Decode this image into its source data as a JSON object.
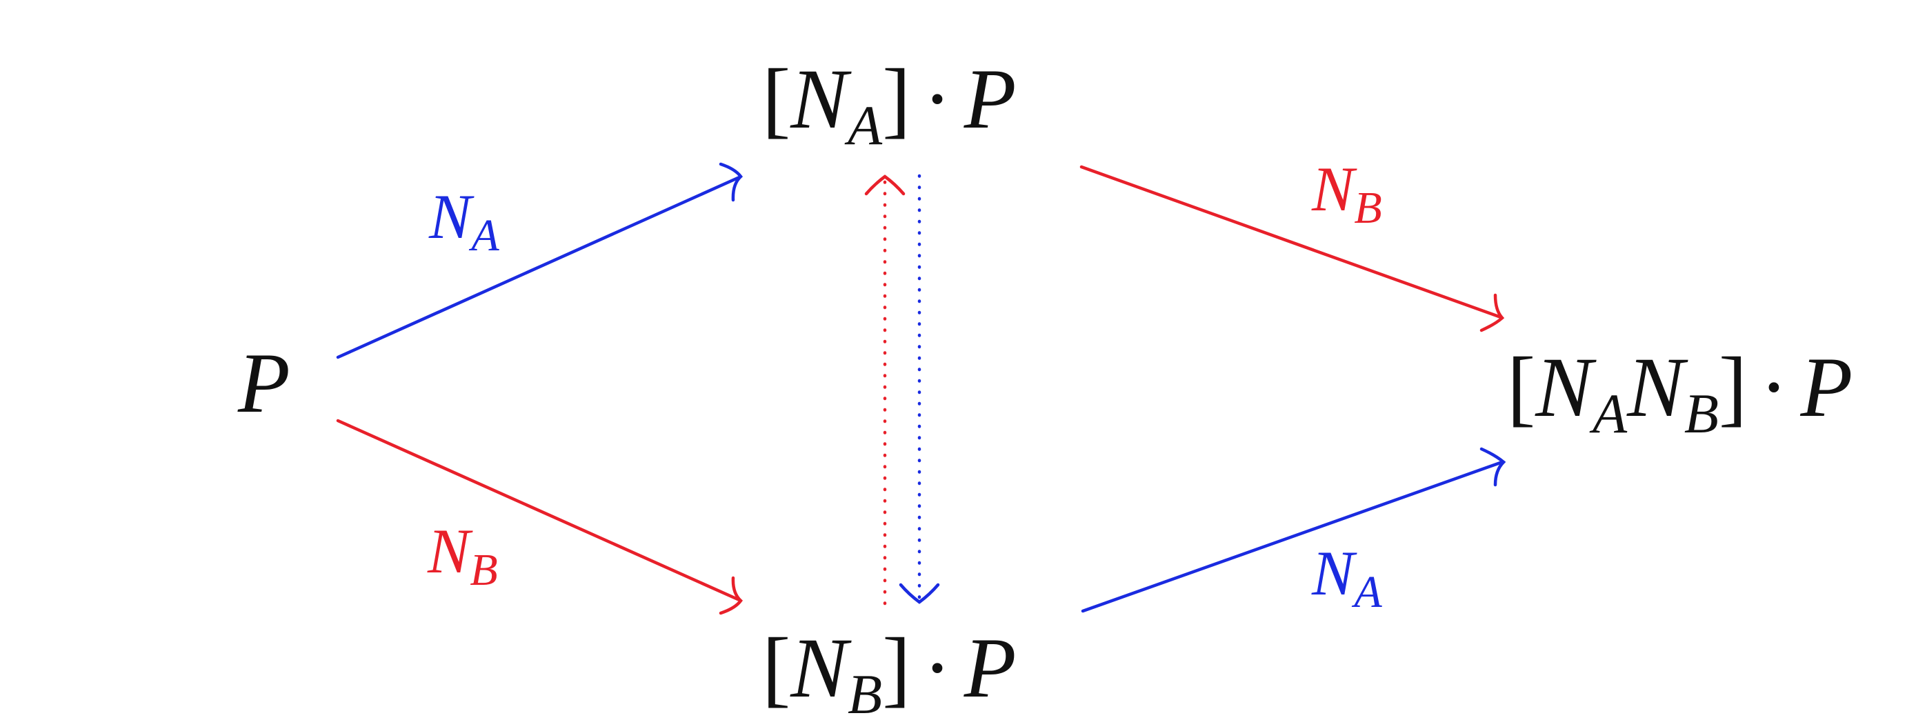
{
  "colors": {
    "blue": "#1a2be0",
    "red": "#e8202a",
    "black": "#111111"
  },
  "nodes": {
    "p": {
      "main": "P"
    },
    "na_p": {
      "open": "[",
      "n": "N",
      "sub": "A",
      "close": "]",
      "dot": "·",
      "p": "P"
    },
    "nb_p": {
      "open": "[",
      "n": "N",
      "sub": "B",
      "close": "]",
      "dot": "·",
      "p": "P"
    },
    "nanb_p": {
      "open": "[",
      "n1": "N",
      "sub1": "A",
      "n2": "N",
      "sub2": "B",
      "close": "]",
      "dot": "·",
      "p": "P"
    }
  },
  "edges": {
    "p_to_na": {
      "n": "N",
      "sub": "A",
      "color": "blue"
    },
    "p_to_nb": {
      "n": "N",
      "sub": "B",
      "color": "red"
    },
    "na_to_nanb": {
      "n": "N",
      "sub": "B",
      "color": "red"
    },
    "nb_to_nanb": {
      "n": "N",
      "sub": "A",
      "color": "blue"
    },
    "nb_to_na_dotted": {
      "color": "red"
    },
    "na_to_nb_dotted": {
      "color": "blue"
    }
  }
}
